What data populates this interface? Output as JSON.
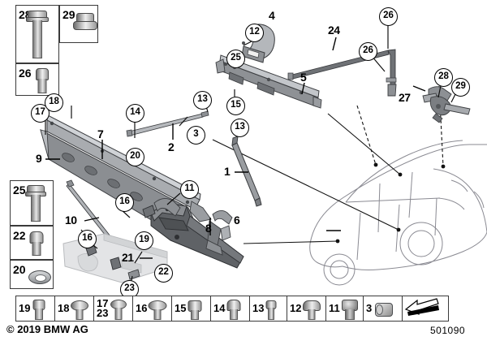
{
  "diagram": {
    "title": "BMW parts exploded diagram - front end carrier / bumper support",
    "copyright": "© 2019 BMW AG",
    "number": "501090"
  },
  "inset_boxes": [
    {
      "id": "box-28",
      "number": "28",
      "part": "long-hex-flange-bolt"
    },
    {
      "id": "box-29",
      "number": "29",
      "part": "hex-flange-nut"
    },
    {
      "id": "box-26",
      "number": "26",
      "part": "short-socket-bolt"
    },
    {
      "id": "box-25",
      "number": "25",
      "part": "hex-flange-bolt"
    },
    {
      "id": "box-22",
      "number": "22",
      "part": "socket-head-bolt"
    },
    {
      "id": "box-20",
      "number": "20",
      "part": "flat-washer"
    }
  ],
  "callouts": [
    {
      "id": "c-12",
      "number": "12"
    },
    {
      "id": "c-25-top",
      "number": "25"
    },
    {
      "id": "c-15",
      "number": "15"
    },
    {
      "id": "c-26-a",
      "number": "26"
    },
    {
      "id": "c-26-b",
      "number": "26"
    },
    {
      "id": "c-28-top",
      "number": "28"
    },
    {
      "id": "c-29-top",
      "number": "29"
    },
    {
      "id": "c-17",
      "number": "17"
    },
    {
      "id": "c-18",
      "number": "18"
    },
    {
      "id": "c-14",
      "number": "14"
    },
    {
      "id": "c-13-a",
      "number": "13"
    },
    {
      "id": "c-3",
      "number": "3"
    },
    {
      "id": "c-20",
      "number": "20"
    },
    {
      "id": "c-13-b",
      "number": "13"
    },
    {
      "id": "c-16-a",
      "number": "16"
    },
    {
      "id": "c-11",
      "number": "11"
    },
    {
      "id": "c-16-b",
      "number": "16"
    },
    {
      "id": "c-19",
      "number": "19"
    },
    {
      "id": "c-22",
      "number": "22"
    },
    {
      "id": "c-23",
      "number": "23"
    }
  ],
  "plain_labels": [
    {
      "id": "l-4",
      "text": "4"
    },
    {
      "id": "l-24",
      "text": "24"
    },
    {
      "id": "l-5",
      "text": "5"
    },
    {
      "id": "l-27",
      "text": "27"
    },
    {
      "id": "l-7",
      "text": "7"
    },
    {
      "id": "l-9",
      "text": "9"
    },
    {
      "id": "l-2",
      "text": "2"
    },
    {
      "id": "l-1",
      "text": "1"
    },
    {
      "id": "l-10",
      "text": "10"
    },
    {
      "id": "l-8",
      "text": "8"
    },
    {
      "id": "l-6",
      "text": "6"
    },
    {
      "id": "l-21",
      "text": "21"
    }
  ],
  "legend_strip": [
    {
      "number": "19",
      "number2": "",
      "part": "wheel-bolt"
    },
    {
      "number": "18",
      "number2": "",
      "part": "mushroom-head-bolt"
    },
    {
      "number": "17",
      "number2": "23",
      "part": "oval-head-bolt"
    },
    {
      "number": "16",
      "number2": "",
      "part": "flange-head-bolt"
    },
    {
      "number": "15",
      "number2": "",
      "part": "hex-head-bolt"
    },
    {
      "number": "14",
      "number2": "",
      "part": "dome-head-bolt"
    },
    {
      "number": "13",
      "number2": "",
      "part": "small-head-bolt"
    },
    {
      "number": "12",
      "number2": "",
      "part": "pan-head-bolt"
    },
    {
      "number": "11",
      "number2": "",
      "part": "expanding-rivet"
    },
    {
      "number": "3",
      "number2": "",
      "part": "bushing-sleeve"
    },
    {
      "number": "",
      "number2": "",
      "part": "direction-arrow"
    }
  ]
}
